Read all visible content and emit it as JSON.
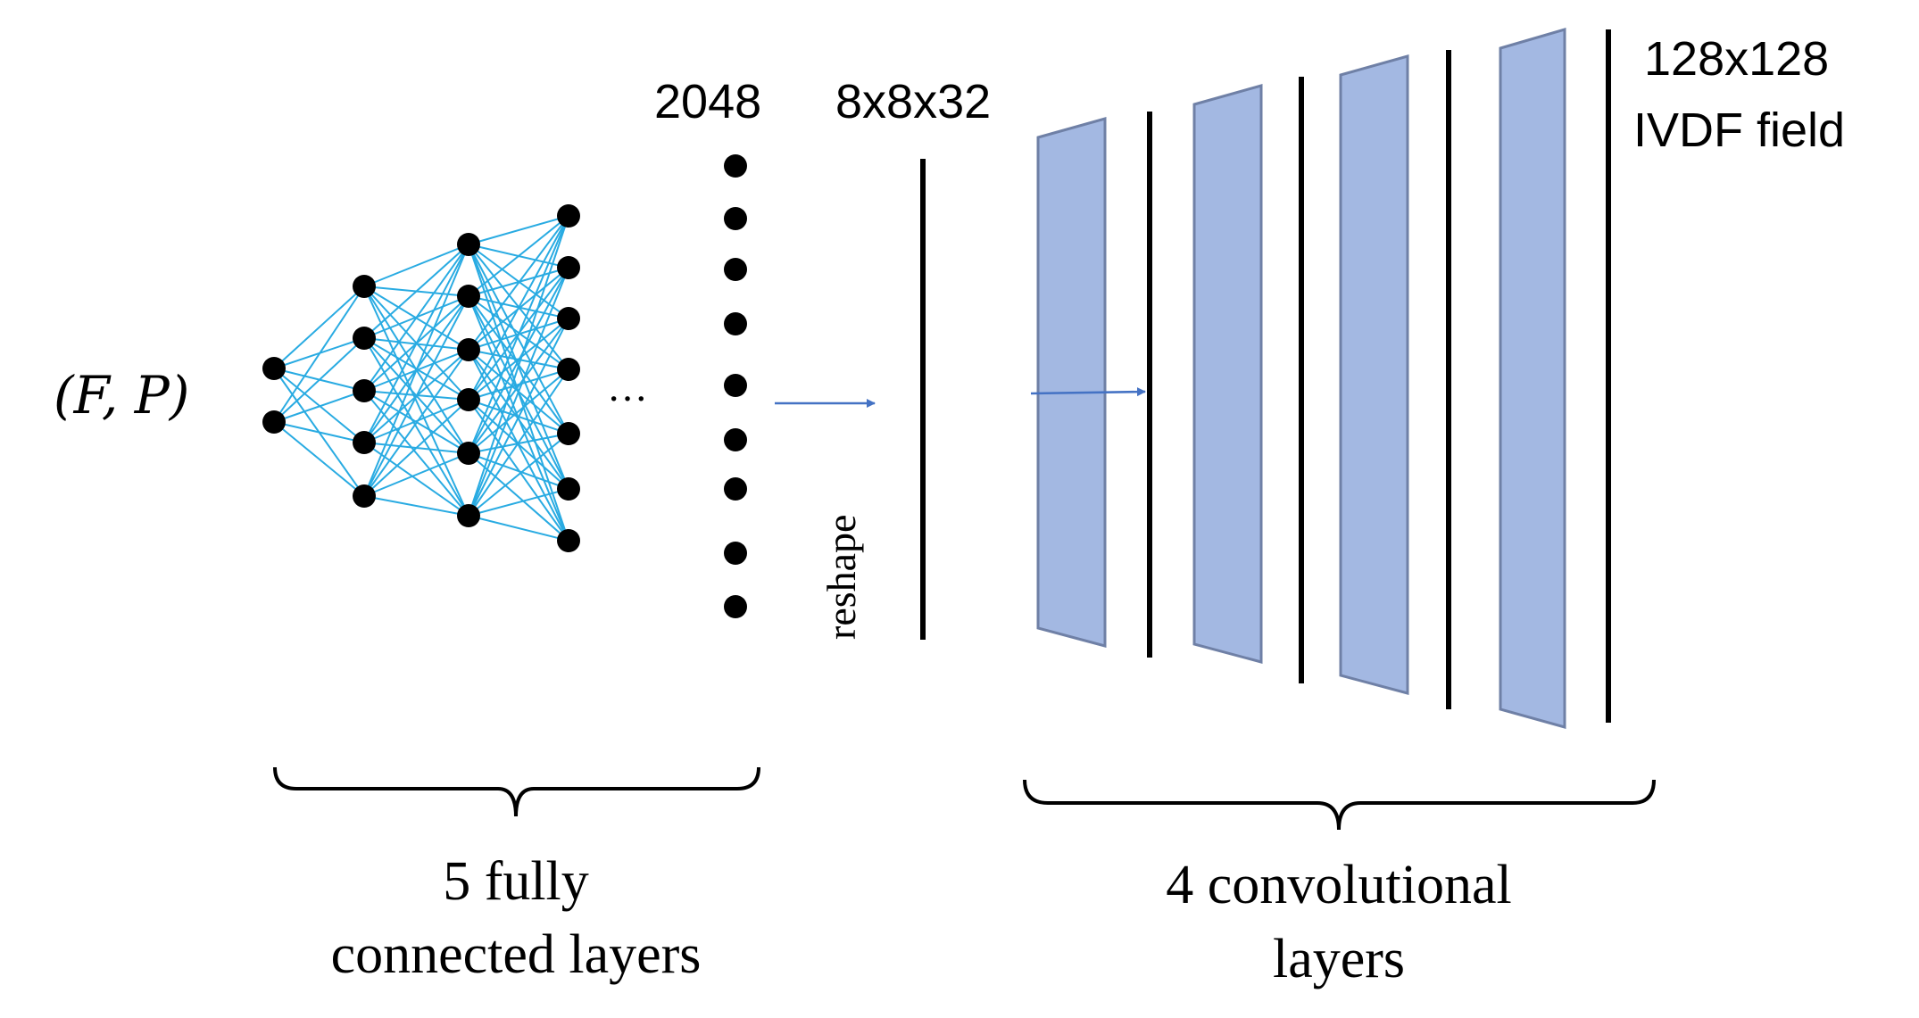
{
  "input_label": "(F, P)",
  "ellipsis": "···",
  "fc_output_size": "2048",
  "reshape_size": "8x8x32",
  "reshape_label": "reshape",
  "output_label_line1": "128x128",
  "output_label_line2": "IVDF field",
  "fc_caption_line1": "5 fully",
  "fc_caption_line2": "connected layers",
  "conv_caption_line1": "4 convolutional",
  "conv_caption_line2": "layers",
  "network": {
    "layer_sizes": [
      2,
      5,
      6,
      7
    ]
  },
  "fc_output_dot_count": 9,
  "conv_layer_count": 4,
  "colors": {
    "node": "#000000",
    "connection": "#29abe2",
    "arrow": "#4472c4",
    "conv_fill": "#a3b8e2",
    "conv_stroke": "#6f80a6",
    "line": "#000000",
    "text": "#000000"
  }
}
